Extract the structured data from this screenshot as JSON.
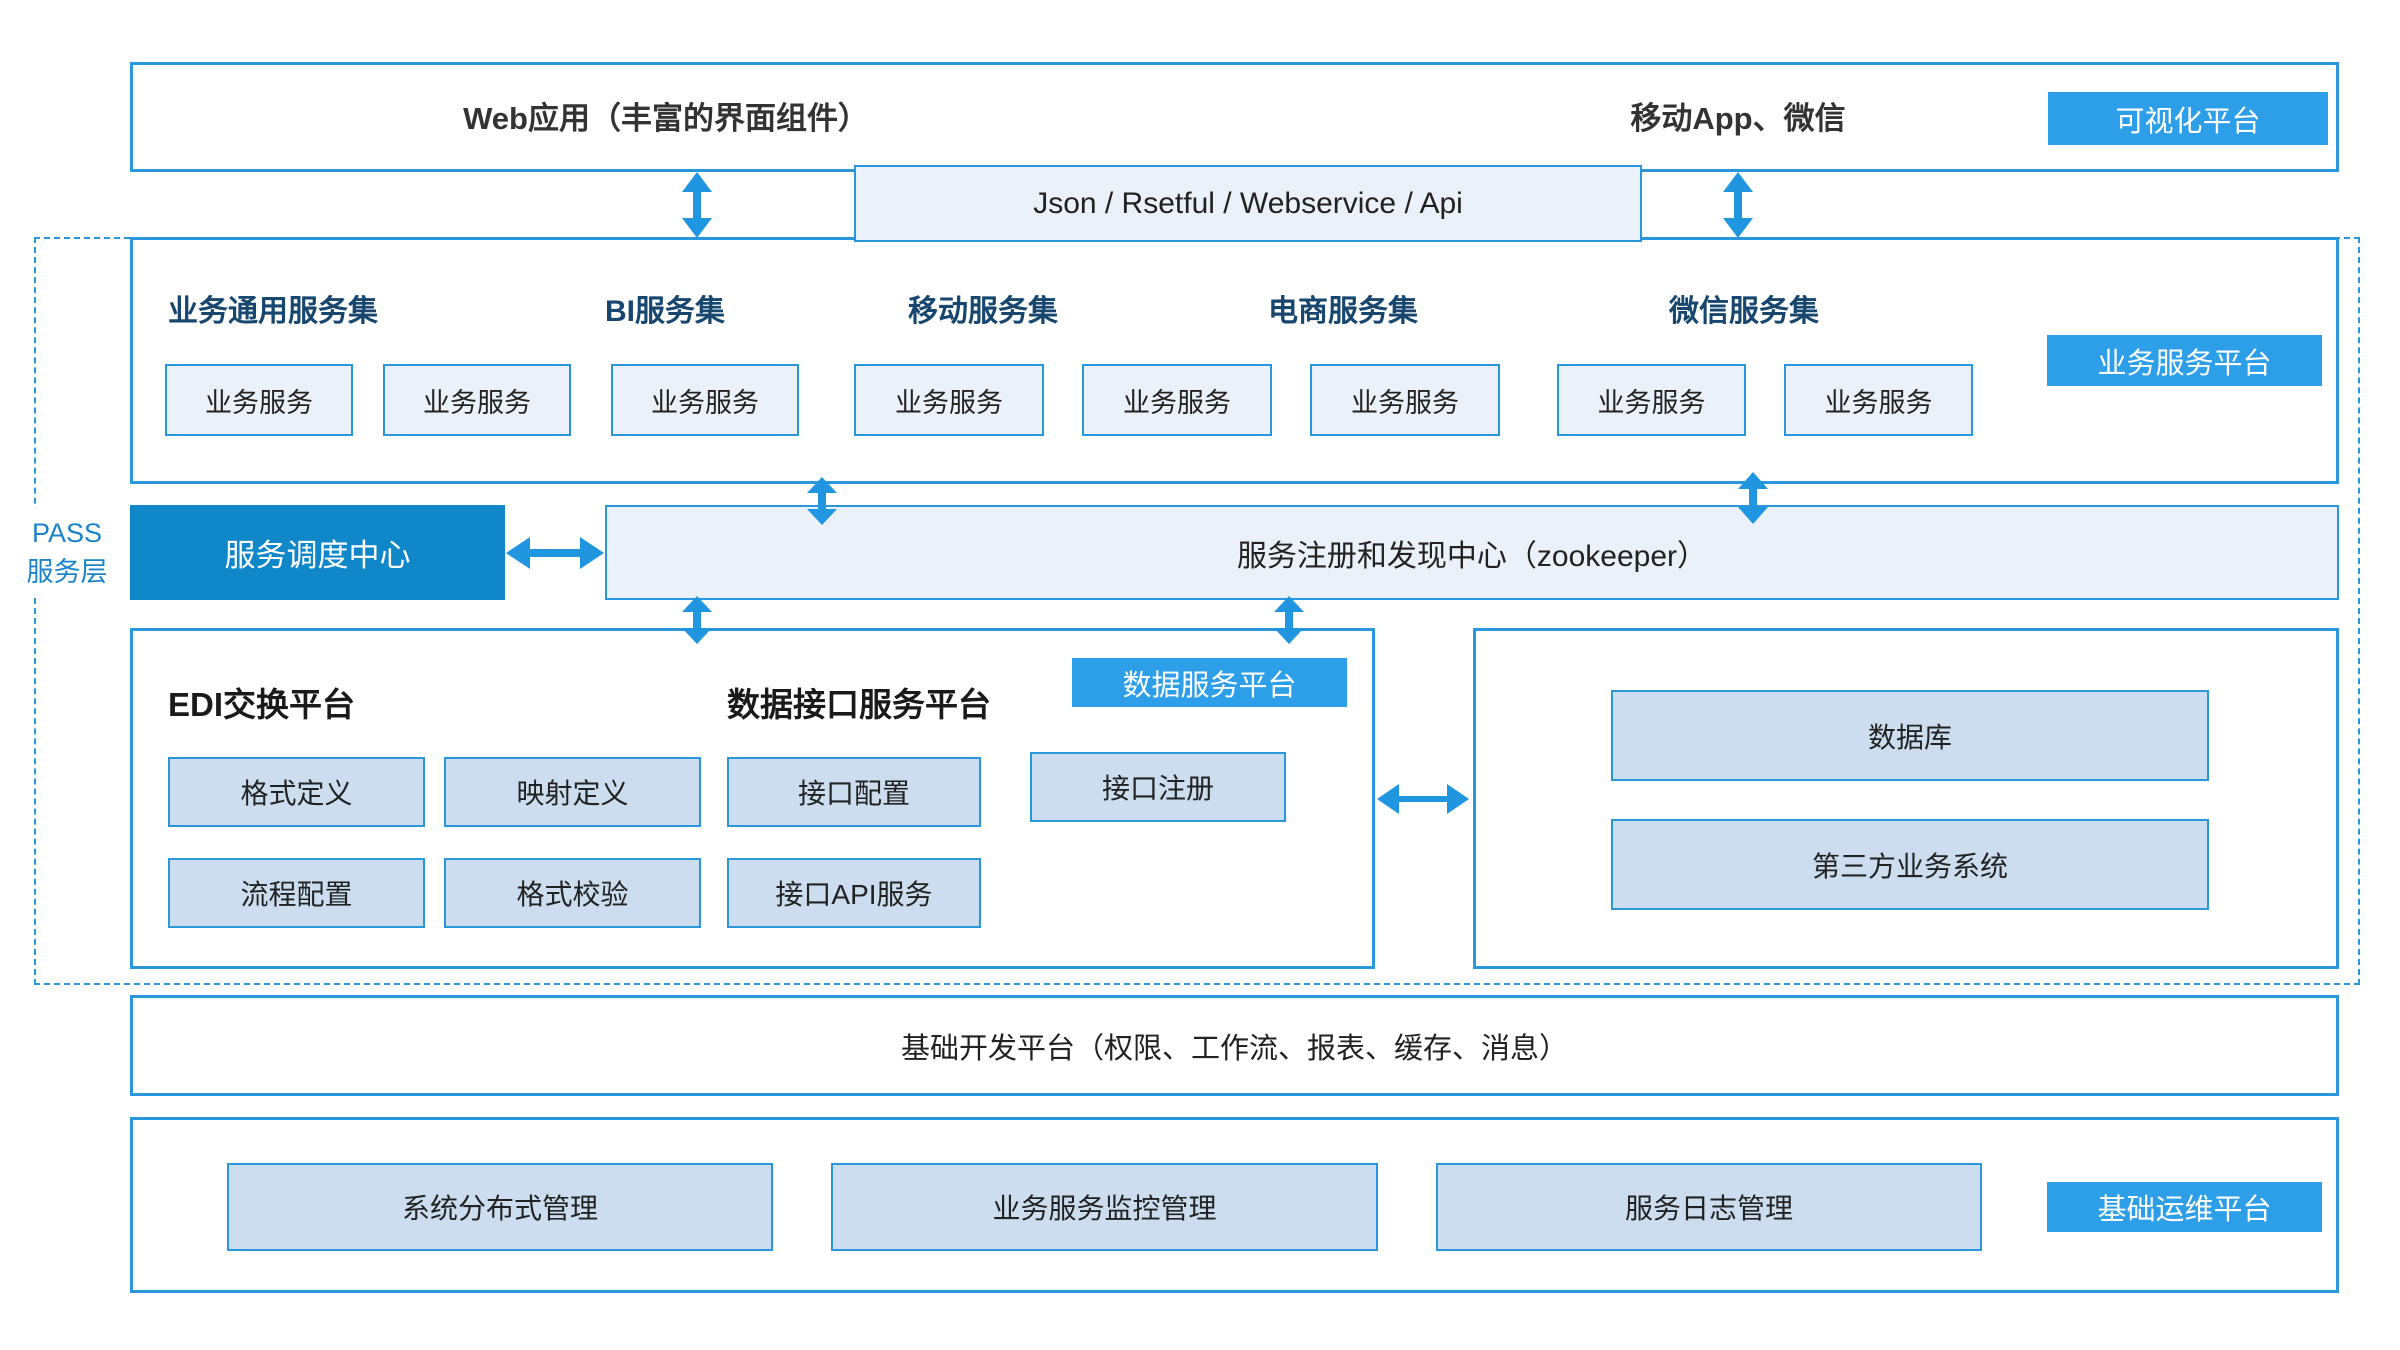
{
  "colors": {
    "accent": "#2a97dd",
    "button_blue": "#2d9ee8",
    "dark_blue": "#0f87c8",
    "light_fill": "#eaf1f9",
    "medium_fill": "#cbddef",
    "title_navy": "#17466e"
  },
  "top": {
    "web_label": "Web应用（丰富的界面组件）",
    "mobile_label": "移动App、微信",
    "badge": "可视化平台"
  },
  "api_bar": {
    "label": "Json / Rsetful / Webservice / Api"
  },
  "pass_layer": {
    "line1": "PASS",
    "line2": "服务层"
  },
  "business_platform": {
    "badge": "业务服务平台",
    "groups": [
      {
        "title": "业务通用服务集"
      },
      {
        "title": "BI服务集"
      },
      {
        "title": "移动服务集"
      },
      {
        "title": "电商服务集"
      },
      {
        "title": "微信服务集"
      }
    ],
    "service_box_label": "业务服务"
  },
  "middle": {
    "dispatch_center": "服务调度中心",
    "registry_center": "服务注册和发现中心（zookeeper）"
  },
  "data_platform": {
    "badge": "数据服务平台",
    "edi_title": "EDI交换平台",
    "interface_title": "数据接口服务平台",
    "row1": [
      "格式定义",
      "映射定义",
      "接口配置",
      "接口注册"
    ],
    "row2": [
      "流程配置",
      "格式校验",
      "接口API服务"
    ]
  },
  "external_systems": {
    "items": [
      "数据库",
      "第三方业务系统"
    ]
  },
  "foundation": {
    "label": "基础开发平台（权限、工作流、报表、缓存、消息）"
  },
  "ops_platform": {
    "badge": "基础运维平台",
    "items": [
      "系统分布式管理",
      "业务服务监控管理",
      "服务日志管理"
    ]
  }
}
